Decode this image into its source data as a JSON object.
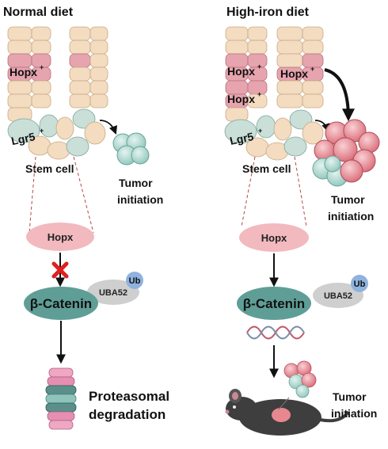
{
  "left_panel": {
    "title": "Normal diet",
    "hopx_marker": "Hopx",
    "lgr5_marker": "Lgr5",
    "marker_sup": "+",
    "stem_cell": "Stem cell",
    "tumor_line1": "Tumor",
    "tumor_line2": "initiation",
    "hopx_node": "Hopx",
    "catenin": "β-Catenin",
    "uba52": "UBA52",
    "ub": "Ub",
    "degradation_line1": "Proteasomal",
    "degradation_line2": "degradation"
  },
  "right_panel": {
    "title": "High-iron diet",
    "hopx_marker_a": "Hopx",
    "hopx_marker_b": "Hopx",
    "hopx_marker_c": "Hopx",
    "lgr5_marker": "Lgr5",
    "marker_sup": "+",
    "stem_cell": "Stem cell",
    "tumor_line1": "Tumor",
    "tumor_line2": "initiation",
    "hopx_node": "Hopx",
    "catenin": "β-Catenin",
    "uba52": "UBA52",
    "ub": "Ub",
    "tumor2_line1": "Tumor",
    "tumor2_line2": "initiation"
  },
  "colors": {
    "crypt_cell": "#f3dcc0",
    "hopx_cell": "#e6a4ae",
    "stem_cell": "#c9dfd8",
    "hopx_node": "#f2b9bf",
    "catenin_node": "#5f9e97",
    "uba52_node": "#cfcfcf",
    "ub_node": "#8fb2de",
    "inhibit_x": "#e0201e",
    "tumor_teal": "#a9d4cc",
    "tumor_pink": "#e88790"
  }
}
